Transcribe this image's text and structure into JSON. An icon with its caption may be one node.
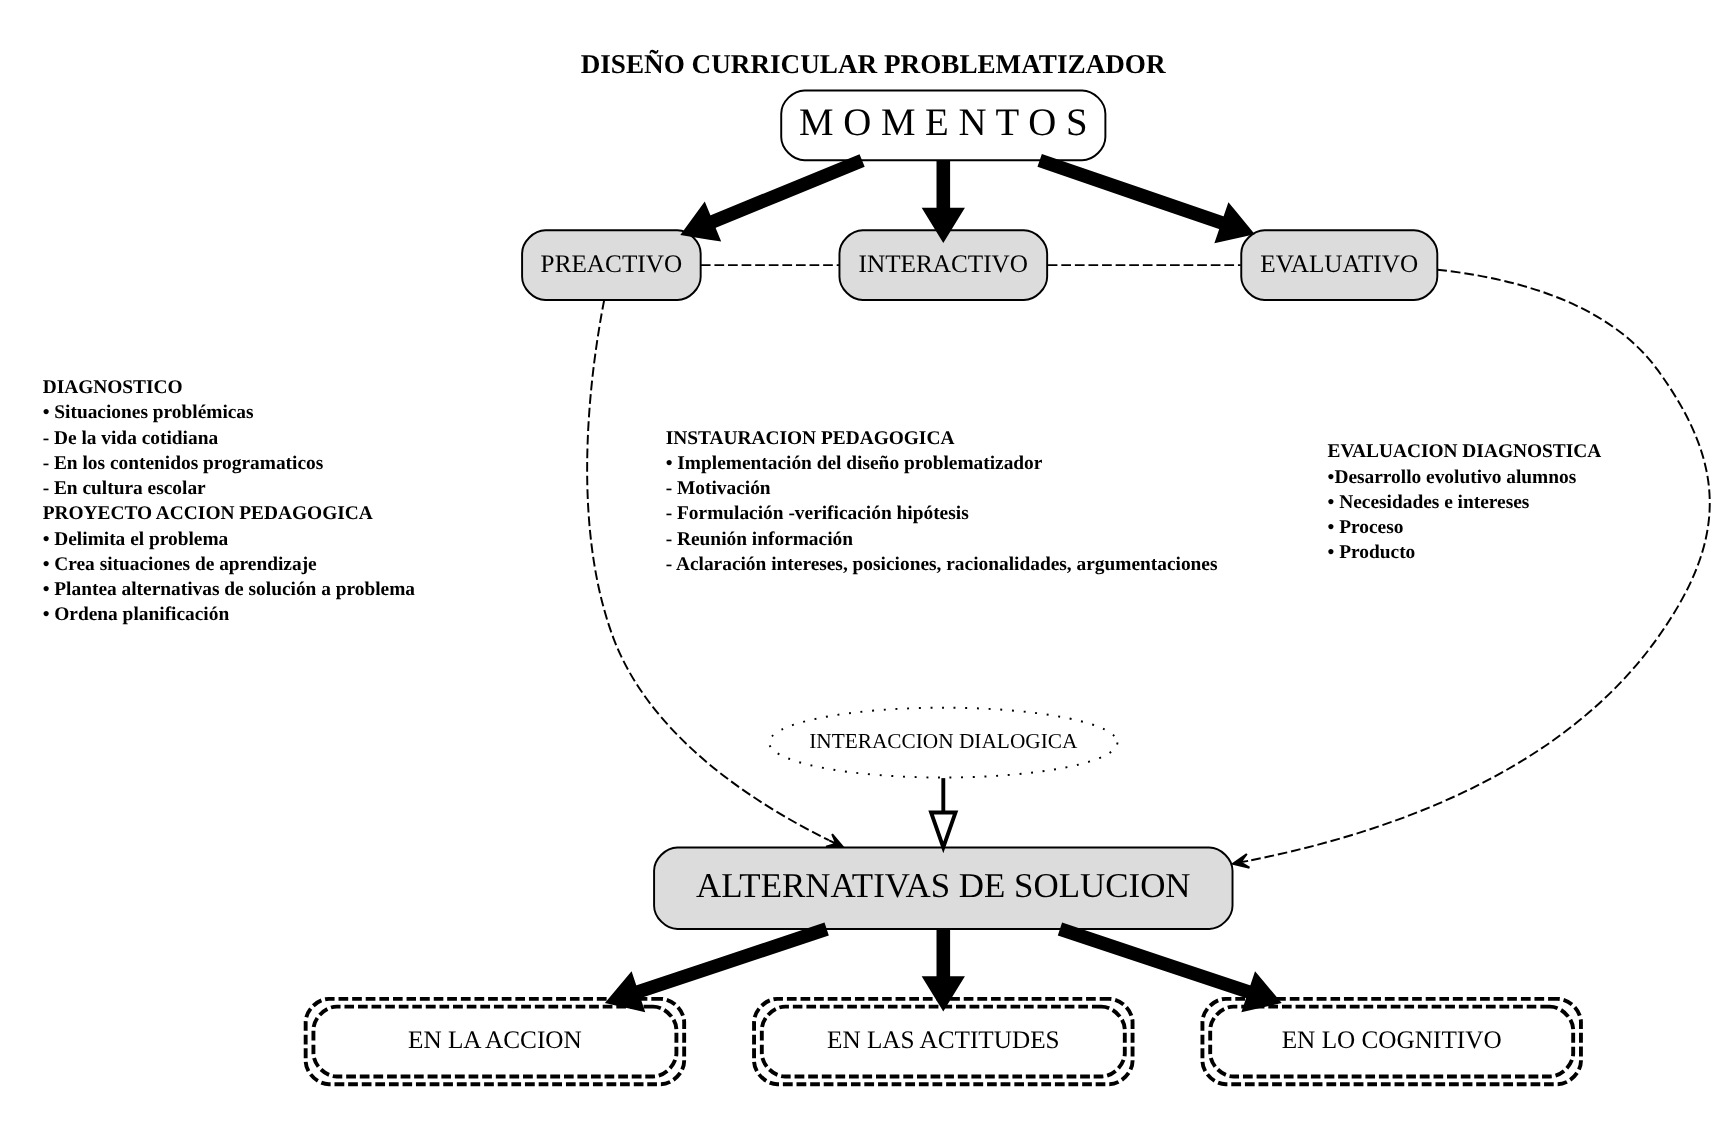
{
  "diagram": {
    "title": "DISEÑO CURRICULAR PROBLEMATIZADOR",
    "nodes": [
      {
        "text": [
          "M O M E N T O S"
        ]
      },
      {
        "text": [
          "PREACTIVO"
        ],
        "beside": [
          "DIAGNOSTICO",
          "• Situaciones problémicas",
          "- De la vida cotidiana",
          "- En los contenidos programaticos",
          "- En cultura escolar",
          "PROYECTO ACCION PEDAGOGICA",
          "• Delimita el problema",
          "• Crea situaciones de aprendizaje",
          "• Plantea alternativas de solución a problema",
          "• Ordena planificación"
        ]
      },
      {
        "text": [
          "INTERACTIVO"
        ],
        "beside": [
          "INSTAURACION PEDAGOGICA",
          "• Implementación del diseño problematizador",
          "- Motivación",
          "- Formulación -verificación hipótesis",
          "- Reunión información",
          "- Aclaración intereses, posiciones, racionalidades, argumentaciones"
        ]
      },
      {
        "text": [
          "EVALUATIVO"
        ],
        "beside": [
          "EVALUACION DIAGNOSTICA",
          "•Desarrollo evolutivo alumnos",
          "• Necesidades e intereses",
          "• Proceso",
          "• Producto"
        ]
      },
      {
        "text": [
          "INTERACCION DIALOGICA"
        ]
      },
      {
        "text": [
          "ALTERNATIVAS DE SOLUCION"
        ]
      },
      {
        "text": [
          "EN LA ACCION"
        ]
      },
      {
        "text": [
          "EN LAS ACTITUDES"
        ]
      },
      {
        "text": [
          "EN LO COGNITIVO"
        ]
      }
    ],
    "edges": [
      {
        "from": 0,
        "to": 1,
        "arrow": "to"
      },
      {
        "from": 0,
        "to": 2,
        "arrow": "to"
      },
      {
        "from": 0,
        "to": 3,
        "arrow": "to"
      },
      {
        "from": 1,
        "to": 2,
        "arrow": "none",
        "style": "dashed"
      },
      {
        "from": 2,
        "to": 3,
        "arrow": "none",
        "style": "dashed"
      },
      {
        "from": 1,
        "to": 5,
        "arrow": "to",
        "style": "dashed"
      },
      {
        "from": 3,
        "to": 5,
        "arrow": "to",
        "style": "dashed"
      },
      {
        "from": 4,
        "to": 5,
        "arrow": "to"
      },
      {
        "from": 5,
        "to": 6,
        "arrow": "to"
      },
      {
        "from": 5,
        "to": 7,
        "arrow": "to"
      },
      {
        "from": 5,
        "to": 8,
        "arrow": "to"
      }
    ]
  }
}
